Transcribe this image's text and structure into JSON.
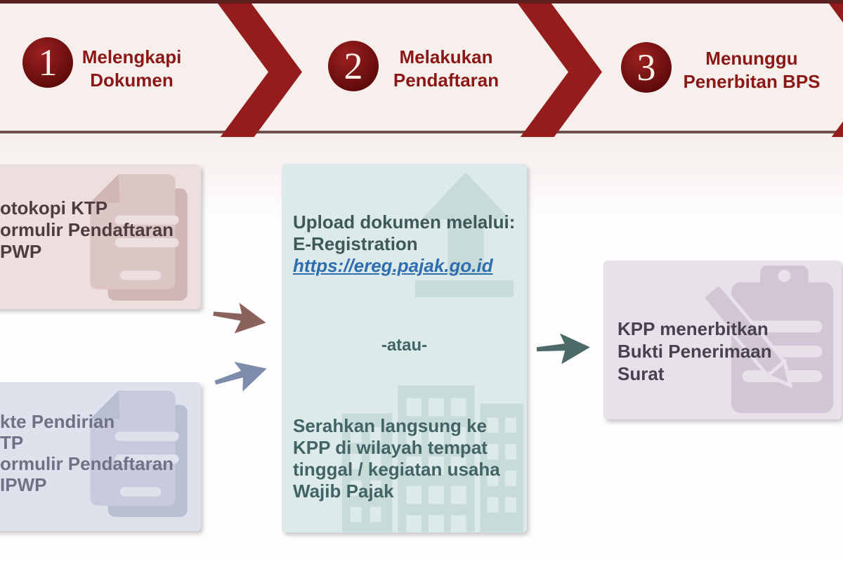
{
  "colors": {
    "maroon": "#951c1c",
    "banner_bg": "#f6efec",
    "banner_border_top": "#5e1f1f",
    "banner_line": "#70504e",
    "circle_light": "#9c2020",
    "circle_dark": "#5d0a0a",
    "number": "#f7efe8",
    "step_text": "#8c1717",
    "fade": "#f5eeec",
    "pink_box": "#ecdfde",
    "pink_icon": "#dbc6c5",
    "pink_icon_dark": "#d0b6b5",
    "pink_text": "#4e3d3d",
    "lav_box": "#dfe1ec",
    "lav_icon": "#c7cbdd",
    "lav_icon_dark": "#b9bfd3",
    "lav_text": "#6e7286",
    "teal_box": "#dcebe9",
    "teal_icon": "#c7dbd8",
    "teal_head": "#3e585a",
    "teal_body": "#436466",
    "link": "#2d6db0",
    "pur_box": "#e8e1ea",
    "pur_icon": "#d2c6d6",
    "pur_text": "#48414f",
    "arrow_brown": "#8a615b",
    "arrow_blue": "#7e8cab",
    "arrow_dark": "#4e6a68"
  },
  "banner": {
    "steps": [
      {
        "number": "1",
        "line1": "Melengkapi",
        "line2": "Dokumen"
      },
      {
        "number": "2",
        "line1": "Melakukan",
        "line2": "Pendaftaran"
      },
      {
        "number": "3",
        "line1": "Menunggu",
        "line2": "Penerbitan BPS"
      }
    ]
  },
  "boxes": {
    "documents_personal": {
      "line1": "otokopi KTP",
      "line2": "ormulir Pendaftaran",
      "line3": "PWP"
    },
    "documents_company": {
      "line1": "kte Pendirian",
      "line2": "TP",
      "line3": "ormulir Pendaftaran",
      "line4": "IPWP"
    },
    "registration": {
      "upload_line1": "Upload dokumen melalui:",
      "upload_line2": "E-Registration",
      "upload_url": "https://ereg.pajak.go.id",
      "separator": "-atau-",
      "direct_line1": "Serahkan langsung ke",
      "direct_line2": "KPP di wilayah tempat",
      "direct_line3": "tinggal / kegiatan usaha",
      "direct_line4": "Wajib Pajak"
    },
    "result": {
      "line1": "KPP menerbitkan",
      "line2": "Bukti Penerimaan",
      "line3": "Surat"
    }
  }
}
